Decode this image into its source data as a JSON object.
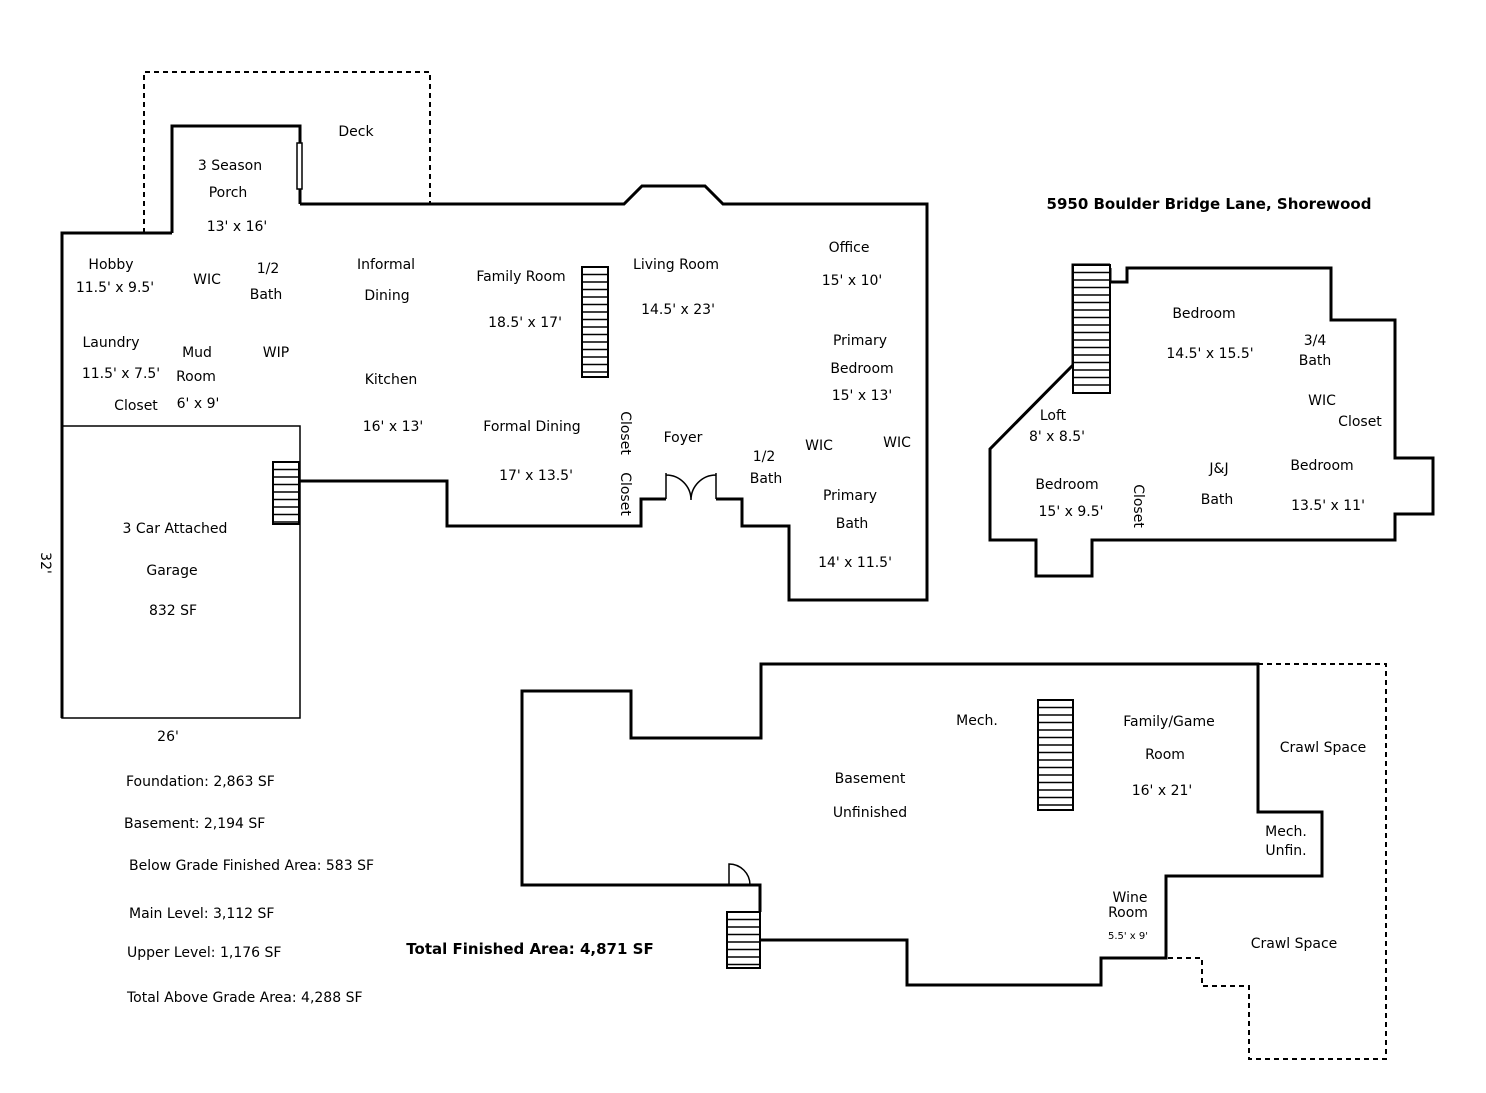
{
  "address": "5950 Boulder Bridge Lane, Shorewood",
  "main_level": {
    "deck": "Deck",
    "three_season_porch": {
      "name_line1": "3 Season",
      "name_line2": "Porch",
      "size": "13' x 16'"
    },
    "hobby": {
      "name": "Hobby",
      "size": "11.5' x 9.5'"
    },
    "wic": "WIC",
    "half_bath": {
      "line1": "1/2",
      "line2": "Bath"
    },
    "informal_dining": {
      "line1": "Informal",
      "line2": "Dining"
    },
    "family_room": {
      "name": "Family Room",
      "size": "18.5' x 17'"
    },
    "living_room": {
      "name": "Living Room",
      "size": "14.5' x 23'"
    },
    "office": {
      "name": "Office",
      "size": "15' x 10'"
    },
    "laundry": {
      "name": "Laundry",
      "size": "11.5' x 7.5'"
    },
    "mud_room": {
      "line1": "Mud",
      "line2": "Room",
      "size": "6' x 9'"
    },
    "wip": "WIP",
    "closet": "Closet",
    "kitchen": {
      "name": "Kitchen",
      "size": "16' x 13'"
    },
    "primary_bedroom": {
      "line1": "Primary",
      "line2": "Bedroom",
      "size": "15' x 13'"
    },
    "formal_dining": {
      "name": "Formal Dining",
      "size": "17' x 13.5'"
    },
    "closet_vertical_1": "Closet",
    "closet_vertical_2": "Closet",
    "foyer": "Foyer",
    "half_bath_2": {
      "line1": "1/2",
      "line2": "Bath"
    },
    "wic_left": "WIC",
    "wic_right": "WIC",
    "primary_bath": {
      "line1": "Primary",
      "line2": "Bath",
      "size": "14' x 11.5'"
    },
    "garage": {
      "line1": "3 Car Attached",
      "line2": "Garage",
      "area": "832 SF"
    },
    "garage_dim_side": "32'",
    "garage_dim_bottom": "26'"
  },
  "upper_level": {
    "bedroom_1": {
      "name": "Bedroom",
      "size": "14.5' x 15.5'"
    },
    "three_quarter_bath": {
      "line1": "3/4",
      "line2": "Bath"
    },
    "wic": "WIC",
    "closet": "Closet",
    "loft": {
      "name": "Loft",
      "size": "8' x 8.5'"
    },
    "jj_bath": {
      "line1": "J&J",
      "line2": "Bath"
    },
    "bedroom_2": {
      "name": "Bedroom",
      "size": "13.5' x 11'"
    },
    "bedroom_3": {
      "name": "Bedroom",
      "size": "15' x 9.5'"
    },
    "closet_vertical": "Closet"
  },
  "basement": {
    "mech": "Mech.",
    "family_game": {
      "line1": "Family/Game",
      "line2": "Room",
      "size": "16' x 21'"
    },
    "crawl_space_top": "Crawl Space",
    "basement_unfinished": {
      "line1": "Basement",
      "line2": "Unfinished"
    },
    "mech_unfin": {
      "line1": "Mech.",
      "line2": "Unfin."
    },
    "wine_room": {
      "line1": "Wine",
      "line2": "Room",
      "size": "5.5' x 9'"
    },
    "crawl_space_bottom": "Crawl Space"
  },
  "stats": {
    "foundation": "Foundation: 2,863 SF",
    "basement": "Basement: 2,194 SF",
    "below_grade": "Below Grade Finished Area: 583 SF",
    "main_level": "Main Level: 3,112 SF",
    "upper_level": "Upper Level: 1,176 SF",
    "total_above_grade": "Total Above Grade Area: 4,288 SF"
  },
  "total_finished": "Total Finished Area: 4,871 SF"
}
